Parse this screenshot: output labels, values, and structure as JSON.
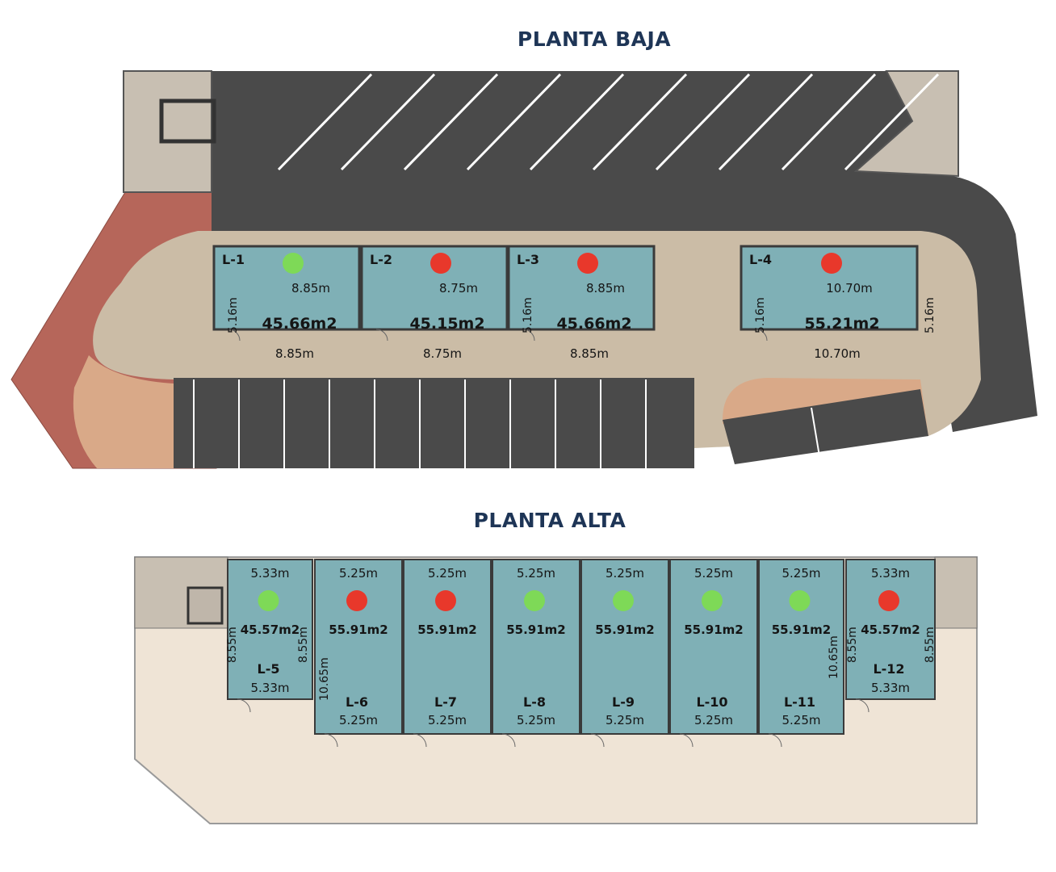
{
  "planta_baja": {
    "title": "PLANTA BAJA",
    "locales": [
      {
        "id": "L-1",
        "status": "available",
        "width": "8.85m",
        "height": "5.16m",
        "area": "45.66m2",
        "front": "8.85m"
      },
      {
        "id": "L-2",
        "status": "sold",
        "width": "8.75m",
        "height": "",
        "area": "45.15m2",
        "front": "8.75m"
      },
      {
        "id": "L-3",
        "status": "sold",
        "width": "8.85m",
        "height": "5.16m",
        "area": "45.66m2",
        "front": "8.85m"
      },
      {
        "id": "L-4",
        "status": "sold",
        "width": "10.70m",
        "height": "5.16m",
        "height_right": "5.16m",
        "area": "55.21m2",
        "front": "10.70m"
      }
    ]
  },
  "planta_alta": {
    "title": "PLANTA ALTA",
    "locales": [
      {
        "id": "L-5",
        "status": "available",
        "top": "5.33m",
        "bottom": "5.33m",
        "area": "45.57m2",
        "left": "8.55m",
        "right": "8.55m"
      },
      {
        "id": "L-6",
        "status": "sold",
        "top": "5.25m",
        "bottom": "5.25m",
        "area": "55.91m2",
        "left": "10.65m"
      },
      {
        "id": "L-7",
        "status": "sold",
        "top": "5.25m",
        "bottom": "5.25m",
        "area": "55.91m2"
      },
      {
        "id": "L-8",
        "status": "available",
        "top": "5.25m",
        "bottom": "5.25m",
        "area": "55.91m2"
      },
      {
        "id": "L-9",
        "status": "available",
        "top": "5.25m",
        "bottom": "5.25m",
        "area": "55.91m2"
      },
      {
        "id": "L-10",
        "status": "available",
        "top": "5.25m",
        "bottom": "5.25m",
        "area": "55.91m2"
      },
      {
        "id": "L-11",
        "status": "available",
        "top": "5.25m",
        "bottom": "5.25m",
        "area": "55.91m2",
        "right": "10.65m"
      },
      {
        "id": "L-12",
        "status": "sold",
        "top": "5.33m",
        "bottom": "5.33m",
        "area": "45.57m2",
        "left": "8.55m",
        "right": "8.55m"
      }
    ]
  },
  "colors": {
    "available": "#7ed957",
    "sold": "#e8382b",
    "unit": "#7fb0b6",
    "asphalt": "#4a4a4a",
    "sidewalk": "#cbbca6",
    "brick": "#b6665a",
    "sand": "#d9a988",
    "floor": "#efe4d6",
    "title": "#1e3556"
  }
}
